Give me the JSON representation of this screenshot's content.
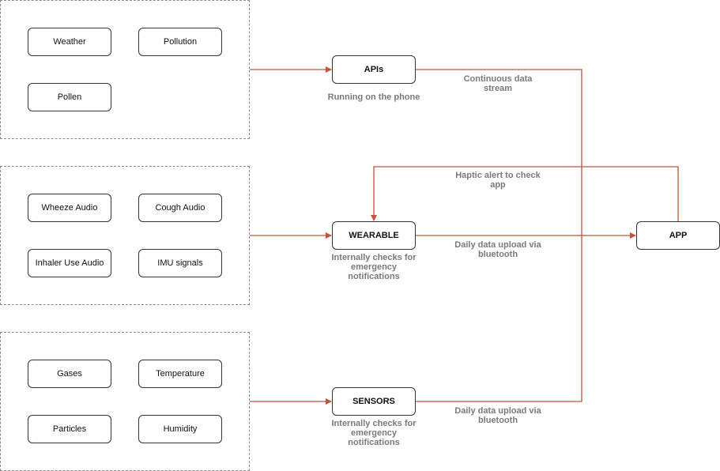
{
  "groups": {
    "environment": {
      "items": [
        "Weather",
        "Pollution",
        "Pollen"
      ]
    },
    "audio": {
      "items": [
        "Wheeze Audio",
        "Cough Audio",
        "Inhaler Use Audio",
        "IMU signals"
      ]
    },
    "sensors": {
      "items": [
        "Gases",
        "Temperature",
        "Particles",
        "Humidity"
      ]
    }
  },
  "nodes": {
    "apis": "APIs",
    "wearable": "WEARABLE",
    "sensors": "SENSORS",
    "app": "APP"
  },
  "notes": {
    "apis_sub": "Running on the phone",
    "wearable_sub": "Internally checks for emergency notifications",
    "sensors_sub": "Internally checks for emergency notifications",
    "apis_to_app": "Continuous data stream",
    "haptic": "Haptic alert to check app",
    "wearable_to_app": "Daily data upload via bluetooth",
    "sensors_to_app": "Daily data upload via bluetooth"
  },
  "colors": {
    "arrow": "#c0533a",
    "border": "#333333",
    "note": "#7a7a7a"
  }
}
